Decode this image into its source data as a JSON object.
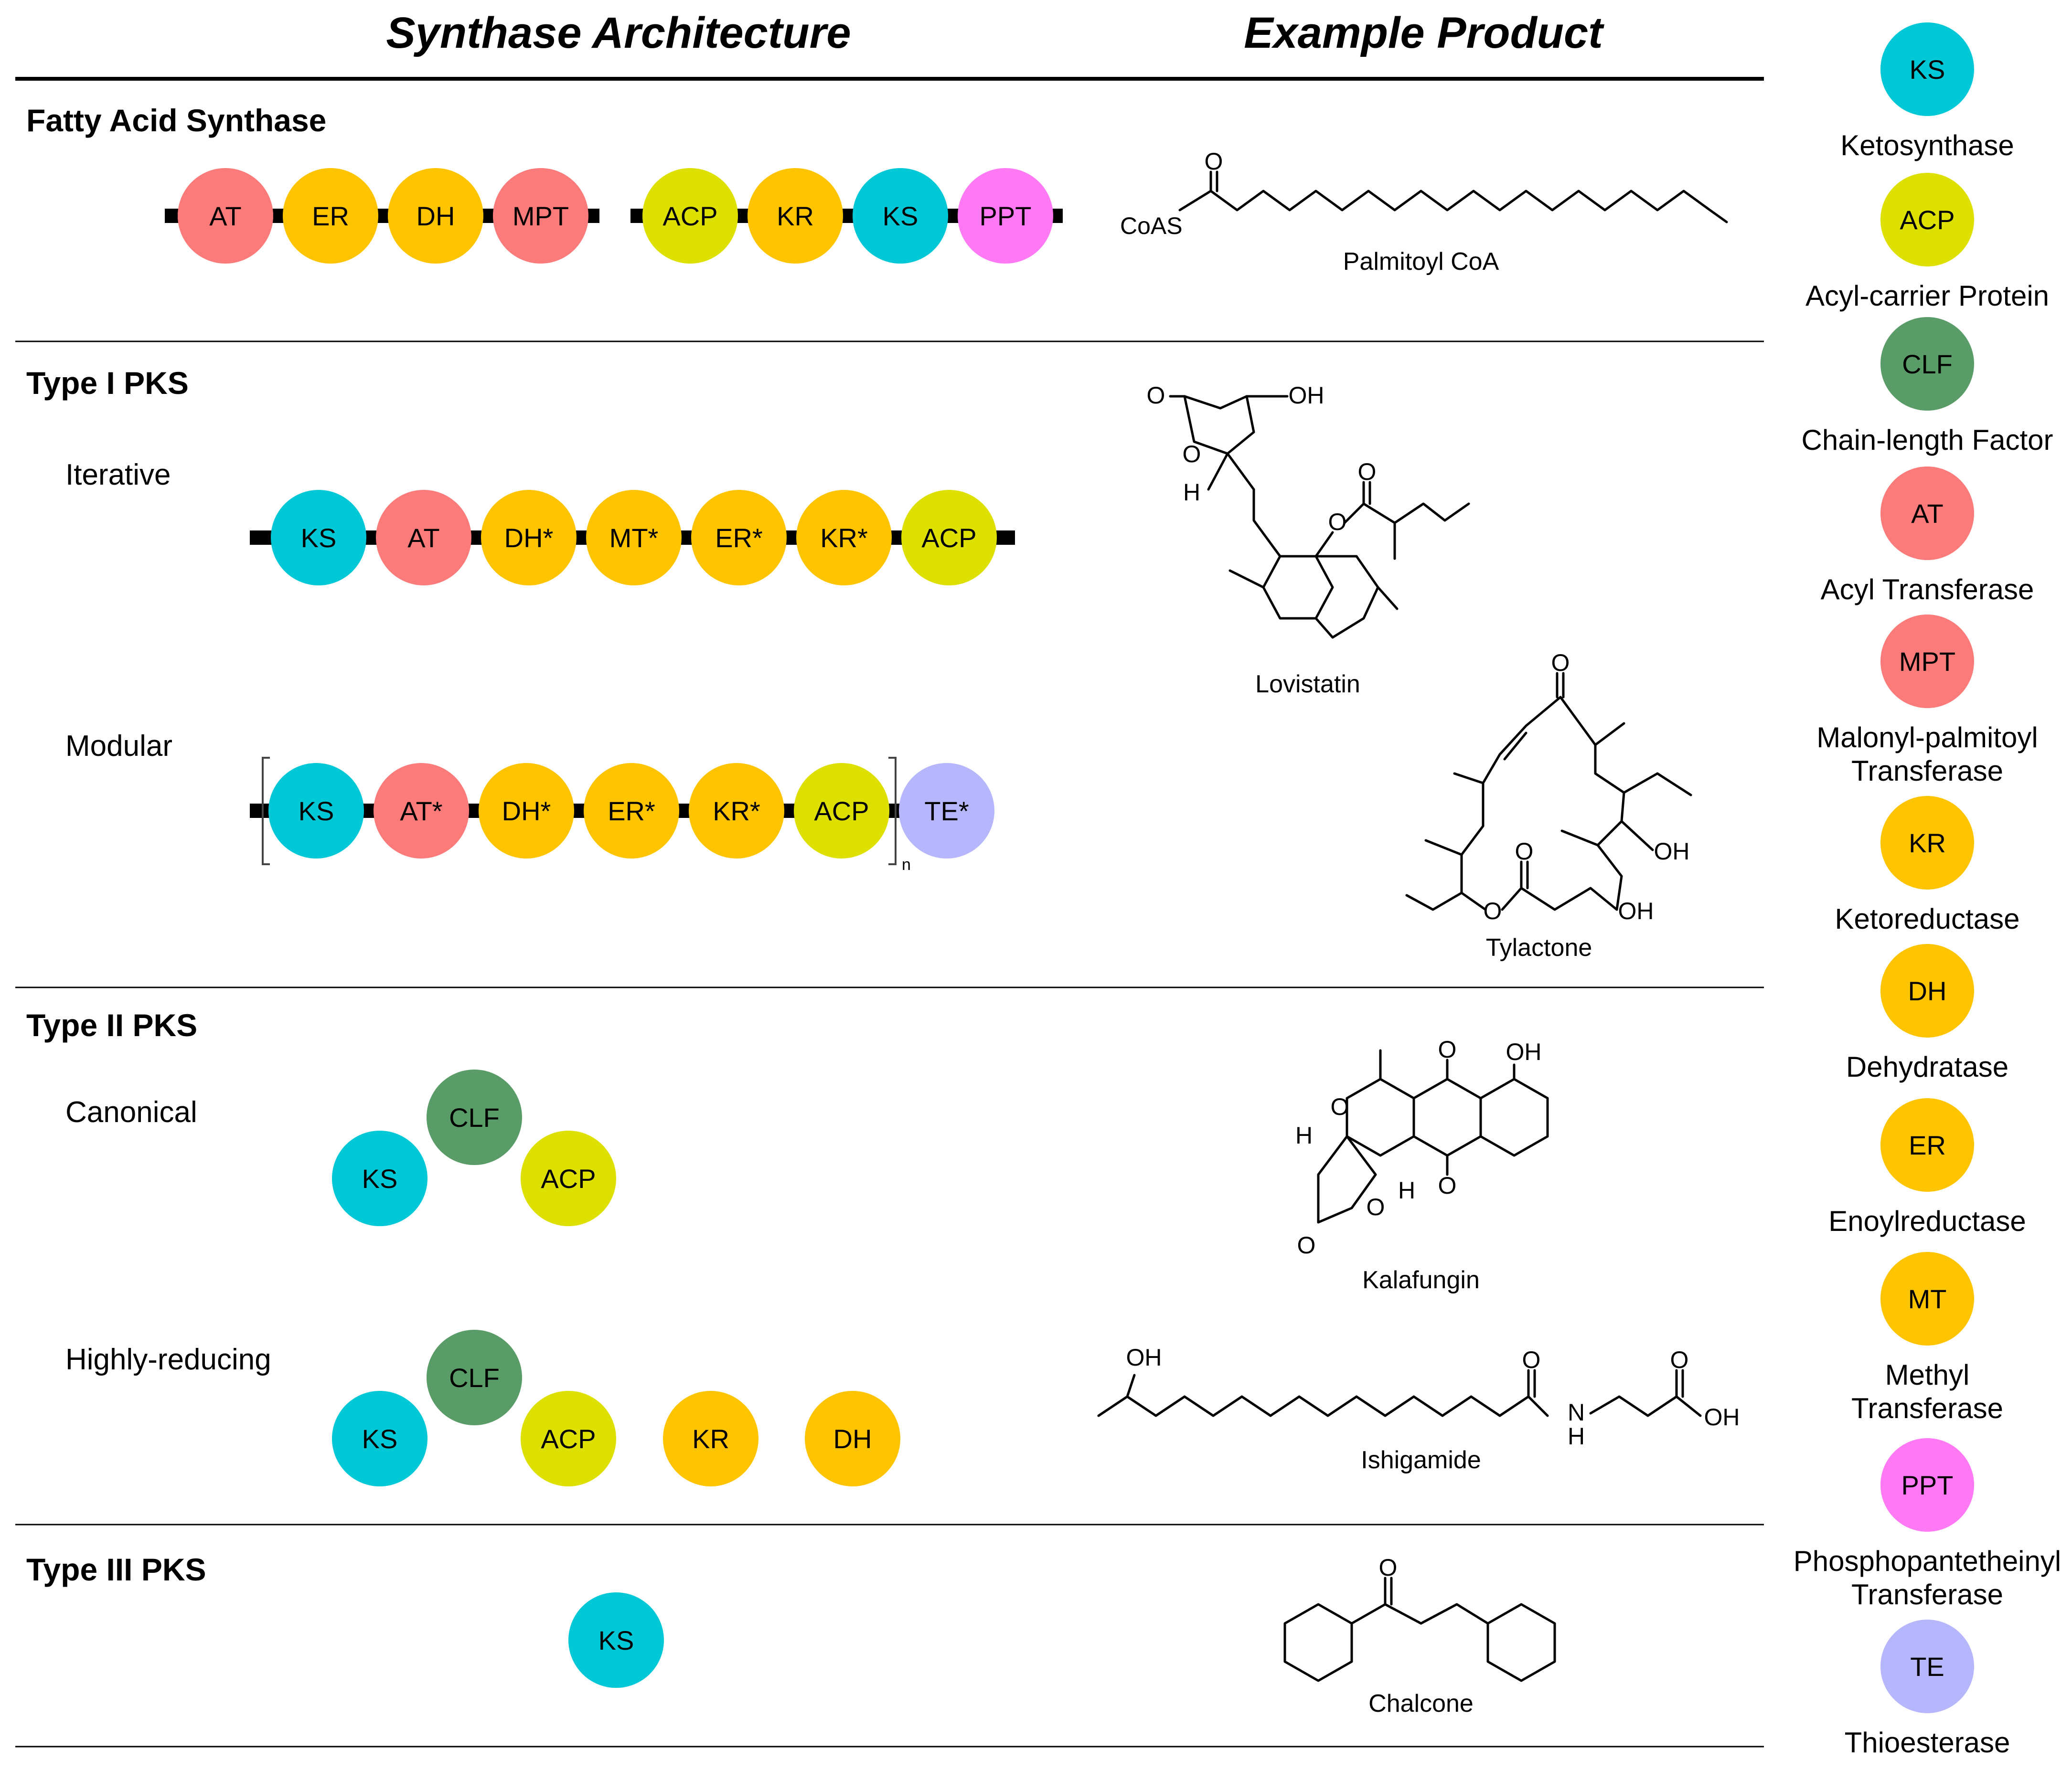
{
  "headers": {
    "architecture": "Synthase Architecture",
    "product": "Example Product"
  },
  "colors": {
    "KS": "#00c8d6",
    "ACP": "#dde000",
    "CLF": "#5a9c68",
    "AT": "#fb7a7a",
    "MPT": "#fb7a7a",
    "KR": "#fec400",
    "DH": "#fec400",
    "ER": "#fec400",
    "MT": "#fec400",
    "PPT": "#ff79f4",
    "TE": "#b5b6fb"
  },
  "sections": {
    "fas": {
      "title": "Fatty Acid Synthase",
      "product": "Palmitoyl CoA",
      "group1": [
        "AT",
        "ER",
        "DH",
        "MPT"
      ],
      "group2": [
        "ACP",
        "KR",
        "KS",
        "PPT"
      ]
    },
    "type1": {
      "title": "Type I PKS",
      "iterative": {
        "label": "Iterative",
        "domains": [
          "KS",
          "AT",
          "DH*",
          "MT*",
          "ER*",
          "KR*",
          "ACP"
        ]
      },
      "modular": {
        "label": "Modular",
        "domains": [
          "KS",
          "AT*",
          "DH*",
          "ER*",
          "KR*",
          "ACP"
        ],
        "terminal": "TE*",
        "repeat": "n"
      },
      "products": [
        "Lovistatin",
        "Tylactone"
      ]
    },
    "type2": {
      "title": "Type II PKS",
      "canonical": {
        "label": "Canonical",
        "domains": [
          "CLF",
          "KS",
          "ACP"
        ]
      },
      "highly": {
        "label": "Highly-reducing",
        "domains": [
          "CLF",
          "KS",
          "ACP",
          "KR",
          "DH"
        ]
      },
      "products": [
        "Kalafungin",
        "Ishigamide"
      ]
    },
    "type3": {
      "title": "Type III PKS",
      "domains": [
        "KS"
      ],
      "product": "Chalcone"
    }
  },
  "atoms": {
    "oh": "OH",
    "o": "O",
    "h": "H",
    "coas": "CoAS",
    "n": "N",
    "nh_h": "H"
  },
  "legend": [
    {
      "abbr": "KS",
      "name": [
        "Ketosynthase"
      ]
    },
    {
      "abbr": "ACP",
      "name": [
        "Acyl-carrier Protein"
      ]
    },
    {
      "abbr": "CLF",
      "name": [
        "Chain-length Factor"
      ]
    },
    {
      "abbr": "AT",
      "name": [
        "Acyl Transferase"
      ]
    },
    {
      "abbr": "MPT",
      "name": [
        "Malonyl-palmitoyl",
        "Transferase"
      ]
    },
    {
      "abbr": "KR",
      "name": [
        "Ketoreductase"
      ]
    },
    {
      "abbr": "DH",
      "name": [
        "Dehydratase"
      ]
    },
    {
      "abbr": "ER",
      "name": [
        "Enoylreductase"
      ]
    },
    {
      "abbr": "MT",
      "name": [
        "Methyl",
        "Transferase"
      ]
    },
    {
      "abbr": "PPT",
      "name": [
        "Phosphopantetheinyl",
        "Transferase"
      ]
    },
    {
      "abbr": "TE",
      "name": [
        "Thioesterase"
      ]
    }
  ]
}
